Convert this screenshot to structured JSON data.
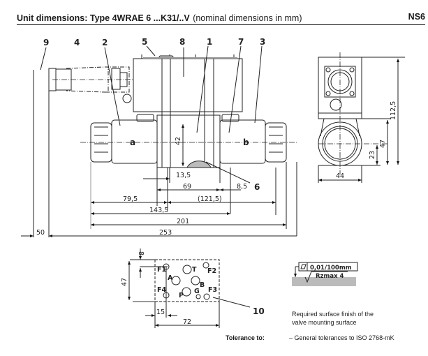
{
  "header": {
    "title_bold": "Unit dimensions: Type 4WRAE 6 ...K31/..V",
    "title_regular": "(nominal dimensions in mm)",
    "size_code": "NS6"
  },
  "callouts": {
    "c1": "1",
    "c2": "2",
    "c3": "3",
    "c4": "4",
    "c5": "5",
    "c6": "6",
    "c7": "7",
    "c8": "8",
    "c9": "9",
    "c10": "10"
  },
  "solenoid_labels": {
    "left": "a",
    "right": "b"
  },
  "front_view_dims": {
    "d42": "42",
    "d13_5": "13,5",
    "d69": "69",
    "d8_5": "8,5",
    "d79_5": "79,5",
    "d121_5": "(121,5)",
    "d143_5": "143,5",
    "d201": "201",
    "d253": "253",
    "d50": "50"
  },
  "side_view_dims": {
    "d112_5": "112,5",
    "d47": "47",
    "d23": "23",
    "d44": "44"
  },
  "porting_pattern": {
    "ports": [
      "F1",
      "T",
      "F2",
      "A",
      "B",
      "F4",
      "P",
      "G",
      "F3"
    ],
    "dims": {
      "d8": "8",
      "d47": "47",
      "d15": "15",
      "d72": "72"
    }
  },
  "surface_finish": {
    "flatness": "0,01/100mm",
    "roughness": "Rzmax 4",
    "caption_line1": "Required surface finish of the",
    "caption_line2": "valve mounting surface"
  },
  "tolerance": {
    "label": "Tolerance to:",
    "text": "– General tolerances to ISO 2768-mK"
  }
}
